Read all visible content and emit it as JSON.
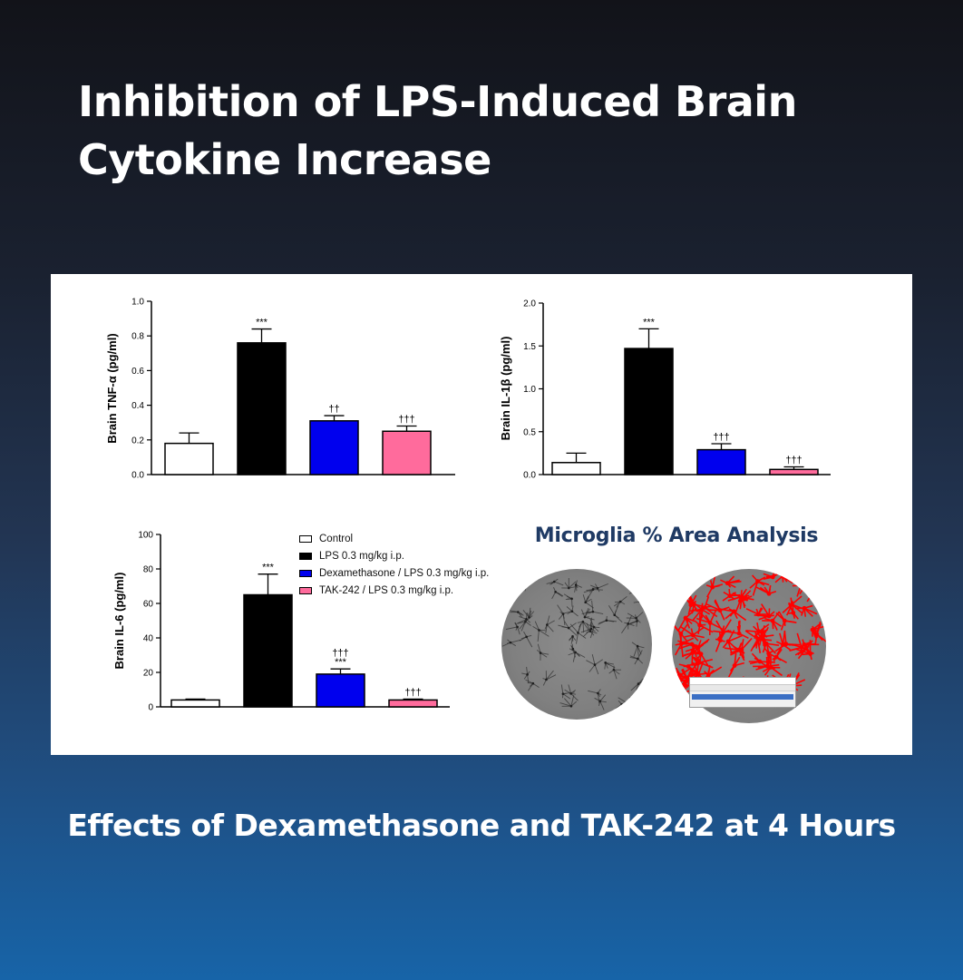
{
  "header": {
    "title": "Inhibition of LPS-Induced Brain Cytokine Increase"
  },
  "footer": {
    "subtitle": "Effects of Dexamethasone and TAK-242 at 4 Hours"
  },
  "legend": {
    "items": [
      {
        "label": "Control",
        "color": "#ffffff"
      },
      {
        "label": "LPS 0.3 mg/kg i.p.",
        "color": "#000000"
      },
      {
        "label": "Dexamethasone / LPS 0.3 mg/kg i.p.",
        "color": "#0000ee"
      },
      {
        "label": "TAK-242 / LPS 0.3 mg/kg i.p.",
        "color": "#ff6b9c"
      }
    ]
  },
  "microglia": {
    "title": "Microglia % Area Analysis",
    "overlay_color": "#ff0000"
  },
  "chart_data": [
    {
      "type": "bar",
      "ylabel": "Brain TNF-α (pg/ml)",
      "categories": [
        "Control",
        "LPS 0.3 mg/kg i.p.",
        "Dexamethasone / LPS 0.3 mg/kg i.p.",
        "TAK-242 / LPS 0.3 mg/kg i.p."
      ],
      "values": [
        0.18,
        0.76,
        0.31,
        0.25
      ],
      "errors": [
        0.06,
        0.08,
        0.03,
        0.03
      ],
      "annotations": [
        "",
        "***",
        "††",
        "†††"
      ],
      "ylim": [
        0,
        1.0
      ],
      "yticks": [
        "0.0",
        "0.2",
        "0.4",
        "0.6",
        "0.8",
        "1.0"
      ],
      "colors": [
        "#ffffff",
        "#000000",
        "#0000ee",
        "#ff6b9c"
      ]
    },
    {
      "type": "bar",
      "ylabel": "Brain IL-1β (pg/ml)",
      "categories": [
        "Control",
        "LPS 0.3 mg/kg i.p.",
        "Dexamethasone / LPS 0.3 mg/kg i.p.",
        "TAK-242 / LPS 0.3 mg/kg i.p."
      ],
      "values": [
        0.14,
        1.47,
        0.29,
        0.06
      ],
      "errors": [
        0.11,
        0.23,
        0.07,
        0.03
      ],
      "annotations": [
        "",
        "***",
        "†††",
        "†††"
      ],
      "ylim": [
        0,
        2.0
      ],
      "yticks": [
        "0.0",
        "0.5",
        "1.0",
        "1.5",
        "2.0"
      ],
      "colors": [
        "#ffffff",
        "#000000",
        "#0000ee",
        "#ff6b9c"
      ]
    },
    {
      "type": "bar",
      "ylabel": "Brain IL-6 (pg/ml)",
      "categories": [
        "Control",
        "LPS 0.3 mg/kg i.p.",
        "Dexamethasone / LPS 0.3 mg/kg i.p.",
        "TAK-242 / LPS 0.3 mg/kg i.p."
      ],
      "values": [
        4,
        65,
        19,
        4
      ],
      "errors": [
        0.5,
        12,
        3,
        0.5
      ],
      "annotations": [
        "",
        "***",
        "†††\n***",
        "†††"
      ],
      "ylim": [
        0,
        100
      ],
      "yticks": [
        "0",
        "20",
        "40",
        "60",
        "80",
        "100"
      ],
      "colors": [
        "#ffffff",
        "#000000",
        "#0000ee",
        "#ff6b9c"
      ]
    }
  ]
}
